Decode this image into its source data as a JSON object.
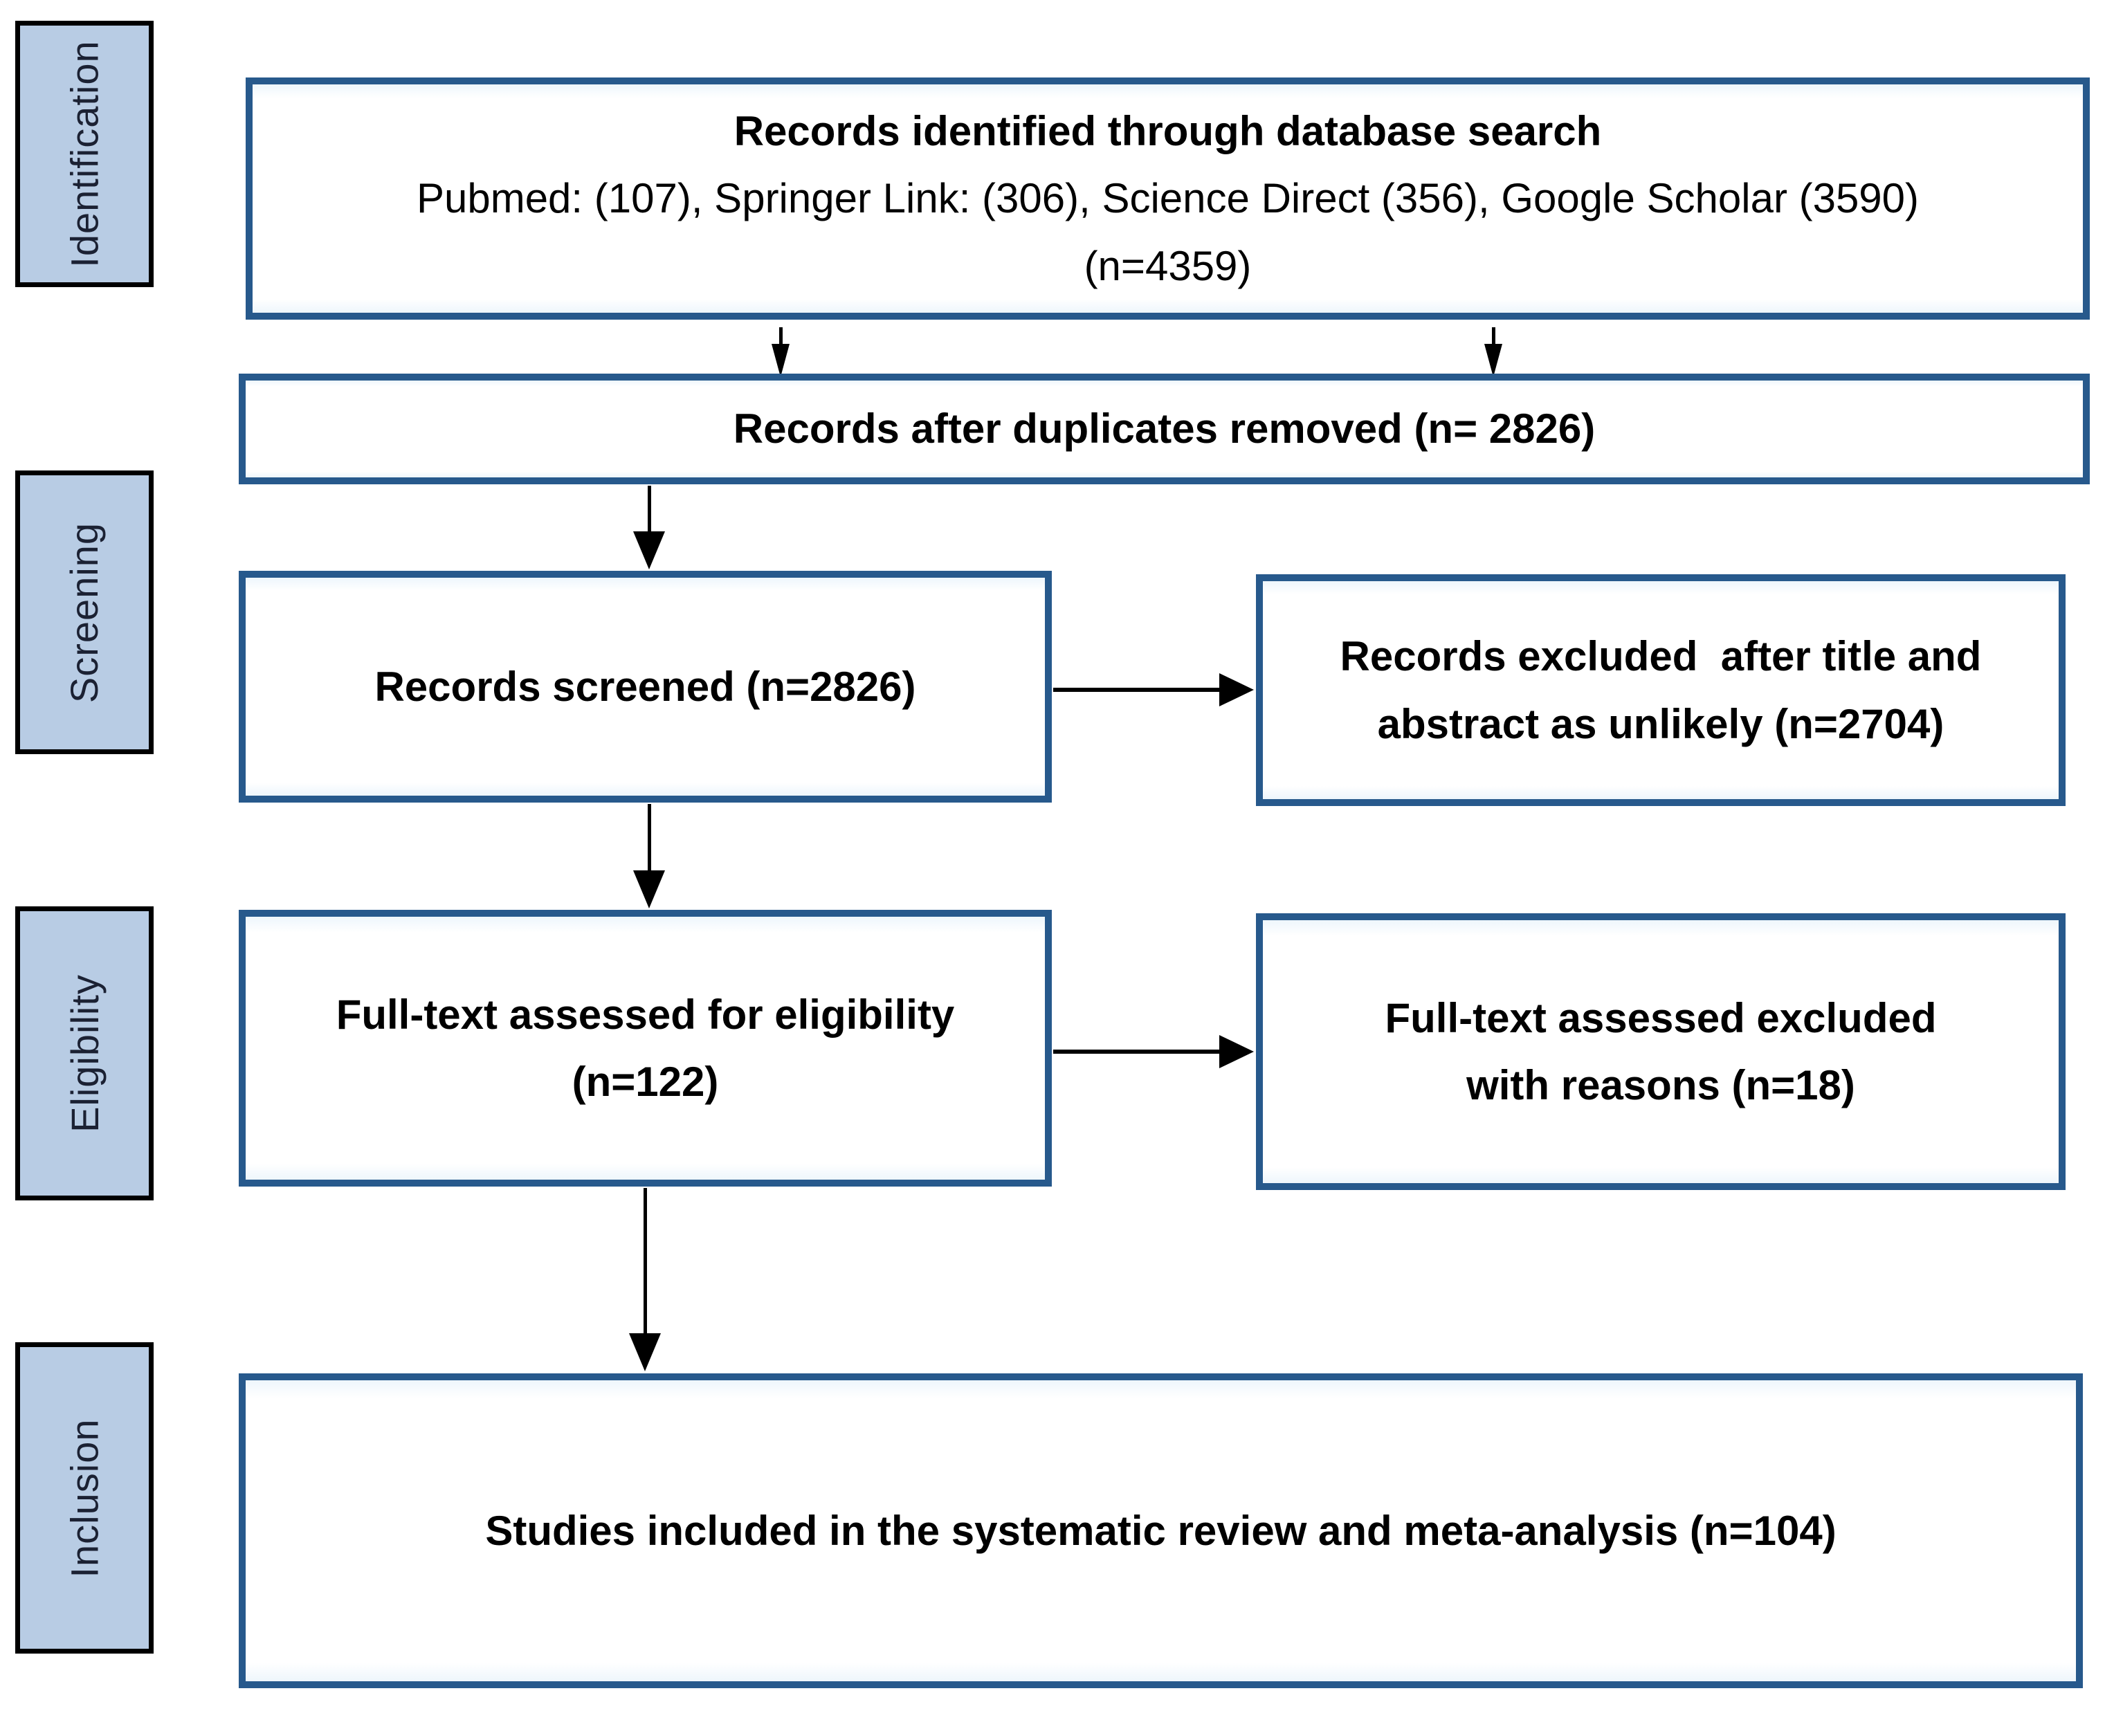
{
  "colors": {
    "node_border": "#27598c",
    "node_fill": "#ffffff",
    "node_edge_tint": "#eef6fc",
    "stage_fill": "#b8cce4",
    "stage_border": "#000000",
    "stage_text": "#1b2133",
    "arrow": "#000000",
    "body_text": "#000000"
  },
  "stages": [
    {
      "label": "Identification"
    },
    {
      "label": "Screening"
    },
    {
      "label": "Eligibility"
    },
    {
      "label": "Inclusion"
    }
  ],
  "nodes": {
    "identified": {
      "lines": [
        "Records identified through database search",
        "Pubmed: (107), Springer Link: (306), Science Direct (356), Google Scholar (3590)",
        "(n=4359)"
      ]
    },
    "duplicates": {
      "lines": [
        "Records after duplicates removed (n= 2826)"
      ]
    },
    "screened": {
      "lines": [
        "Records screened (n=2826)"
      ]
    },
    "screen_excluded": {
      "lines": [
        "Records excluded  after title and",
        "abstract as unlikely (n=2704)"
      ]
    },
    "fulltext": {
      "lines": [
        "Full-text assessed for eligibility",
        "(n=122)"
      ]
    },
    "fulltext_excluded": {
      "lines": [
        "Full-text assessed excluded",
        "with reasons (n=18)"
      ]
    },
    "included": {
      "lines": [
        "Studies included in the systematic review and meta-analysis (n=104)"
      ]
    }
  }
}
